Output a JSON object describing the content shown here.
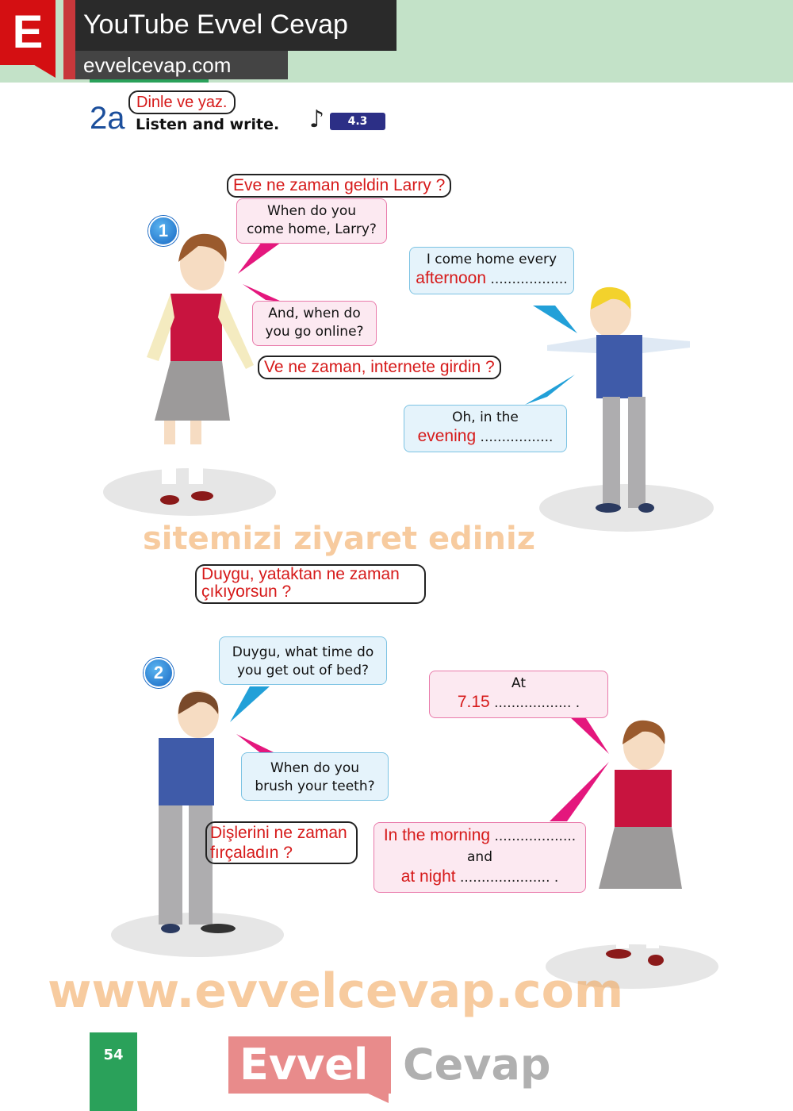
{
  "header": {
    "logo_letter": "E",
    "title": "YouTube Evvel Cevap",
    "url": "evvelcevap.com"
  },
  "exercise": {
    "number": "2a",
    "translation": "Dinle ve yaz.",
    "instruction": "Listen and write.",
    "track": "4.3"
  },
  "scene1": {
    "number": "1",
    "translation_q1": "Eve ne zaman geldin Larry ?",
    "q1_line1": "When do you",
    "q1_line2": "come home, Larry?",
    "a1_prefix": "I come home every",
    "a1_answer": "afternoon",
    "a1_dots": "..................",
    "q2_line1": "And, when do",
    "q2_line2": "you go online?",
    "translation_q2": "Ve ne zaman, internete girdin ?",
    "a2_prefix": "Oh, in the",
    "a2_answer": "evening",
    "a2_dots": "................."
  },
  "scene2": {
    "number": "2",
    "translation_q1": "Duygu, yataktan ne zaman çıkıyorsun ?",
    "q1_line1": "Duygu, what time do",
    "q1_line2": "you get out of bed?",
    "a1_prefix": "At",
    "a1_answer": "7.15",
    "a1_dots": ".................. .",
    "q2_line1": "When do you",
    "q2_line2": "brush your teeth?",
    "translation_q2": "Dişlerini ne zaman fırçaladın ?",
    "a2_answer1": "In the morning",
    "a2_dots1": "...................",
    "a2_and": "and",
    "a2_answer2": "at night",
    "a2_dots2": "..................... ."
  },
  "watermark": {
    "main": "www.evvelcevap.com",
    "sub": "sitemizi ziyaret ediniz"
  },
  "footer": {
    "page_number": "54",
    "brand_left": "Evvel",
    "brand_right": "Cevap"
  }
}
